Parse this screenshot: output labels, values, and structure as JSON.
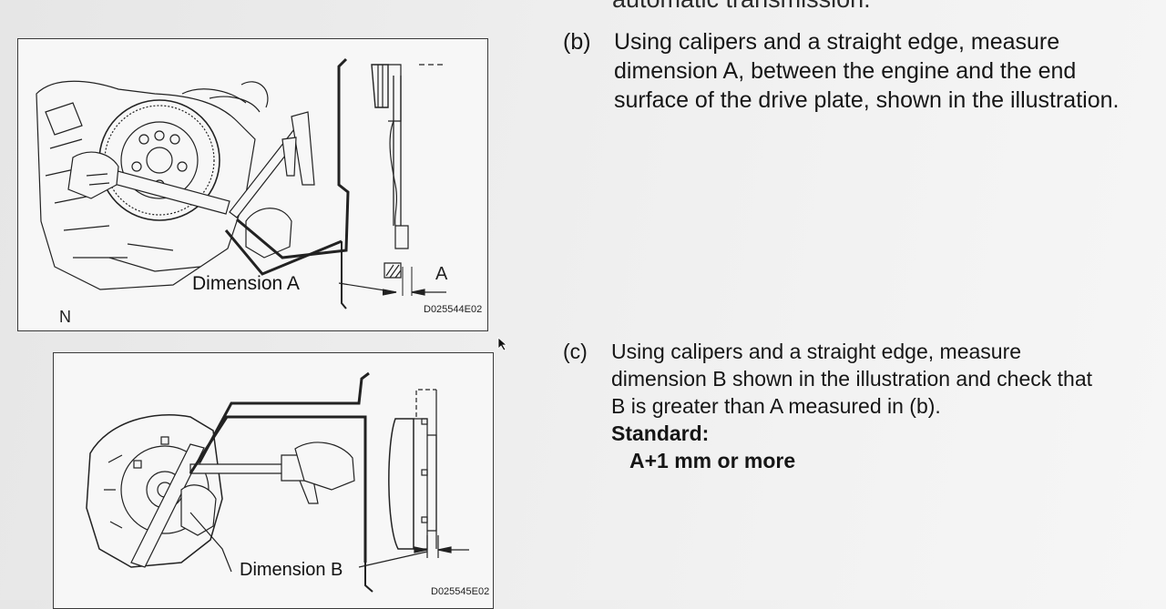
{
  "top_text": "automatic transmission.",
  "figure1": {
    "dimension_label": "Dimension A",
    "letter_a": "A",
    "corner_mark": "N",
    "code": "D025544E02"
  },
  "figure2": {
    "dimension_label": "Dimension B",
    "code": "D025545E02"
  },
  "step_b": {
    "marker": "(b)",
    "lines": [
      "Using calipers and a straight edge, measure",
      "dimension A, between the engine and the end",
      "surface of the drive plate, shown in the illustration."
    ]
  },
  "step_c": {
    "marker": "(c)",
    "lines": [
      "Using calipers and a straight edge, measure",
      "dimension B shown in the illustration and check that",
      "B is greater than A measured in (b)."
    ],
    "standard_label": "Standard:",
    "standard_value": "A+1 mm or more"
  },
  "icons": [
    "mouse-cursor-icon"
  ]
}
